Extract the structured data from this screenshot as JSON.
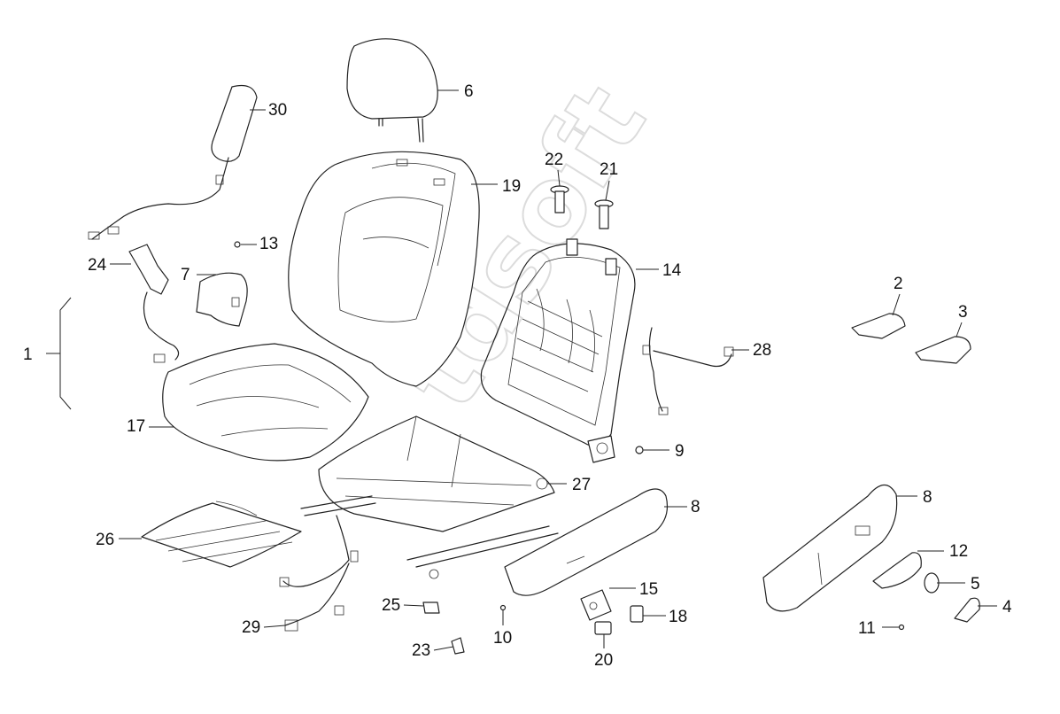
{
  "callouts": [
    {
      "id": "c1",
      "label": "1"
    },
    {
      "id": "c2",
      "label": "2"
    },
    {
      "id": "c3",
      "label": "3"
    },
    {
      "id": "c4",
      "label": "4"
    },
    {
      "id": "c5",
      "label": "5"
    },
    {
      "id": "c6",
      "label": "6"
    },
    {
      "id": "c7",
      "label": "7"
    },
    {
      "id": "c8a",
      "label": "8"
    },
    {
      "id": "c8b",
      "label": "8"
    },
    {
      "id": "c9",
      "label": "9"
    },
    {
      "id": "c10",
      "label": "10"
    },
    {
      "id": "c11",
      "label": "11"
    },
    {
      "id": "c12",
      "label": "12"
    },
    {
      "id": "c13",
      "label": "13"
    },
    {
      "id": "c14",
      "label": "14"
    },
    {
      "id": "c15",
      "label": "15"
    },
    {
      "id": "c17",
      "label": "17"
    },
    {
      "id": "c18",
      "label": "18"
    },
    {
      "id": "c19",
      "label": "19"
    },
    {
      "id": "c20",
      "label": "20"
    },
    {
      "id": "c21",
      "label": "21"
    },
    {
      "id": "c22",
      "label": "22"
    },
    {
      "id": "c23",
      "label": "23"
    },
    {
      "id": "c24",
      "label": "24"
    },
    {
      "id": "c25",
      "label": "25"
    },
    {
      "id": "c26",
      "label": "26"
    },
    {
      "id": "c27",
      "label": "27"
    },
    {
      "id": "c28",
      "label": "28"
    },
    {
      "id": "c29",
      "label": "29"
    },
    {
      "id": "c30",
      "label": "30"
    }
  ],
  "watermark": "tdsoft"
}
